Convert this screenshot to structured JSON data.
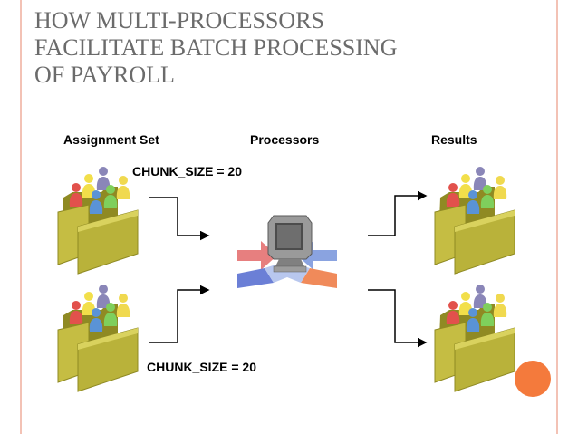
{
  "title": {
    "line1": "HOW MULTI-PROCESSORS",
    "line2": "FACILITATE BATCH PROCESSING",
    "line3": "OF PAYROLL"
  },
  "headers": {
    "assignment_set": "Assignment Set",
    "processors": "Processors",
    "results": "Results"
  },
  "chunk_labels": {
    "top": "CHUNK_SIZE = 20",
    "bottom": "CHUNK_SIZE = 20"
  },
  "icons": {
    "folder": "people-folder-icon",
    "processor": "computer-processor-icon"
  },
  "colors": {
    "title": "#6b6b6b",
    "border": "#f3c2b5",
    "accent": "#f47a3c",
    "folder": "#b9b23a"
  }
}
